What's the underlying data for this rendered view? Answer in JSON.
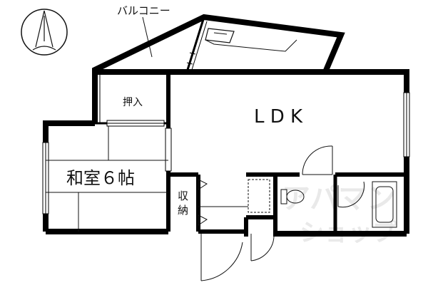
{
  "floor_plan": {
    "labels": {
      "balcony": "バルコニー",
      "ldk": "L D K",
      "oshiire": "押入",
      "washitsu": "和室６帖",
      "shuno_1": "収",
      "shuno_2": "納"
    },
    "watermark": {
      "line1": "アパマン",
      "line2": "ショップ"
    },
    "colors": {
      "wall": "#000000",
      "line": "#111111",
      "watermark": "#e7e7e7",
      "background": "#ffffff"
    },
    "icons": {
      "compass": "north-arrow-icon",
      "toilet": "toilet-icon",
      "bathtub": "bathtub-icon",
      "door": "door-swing-icon"
    }
  }
}
